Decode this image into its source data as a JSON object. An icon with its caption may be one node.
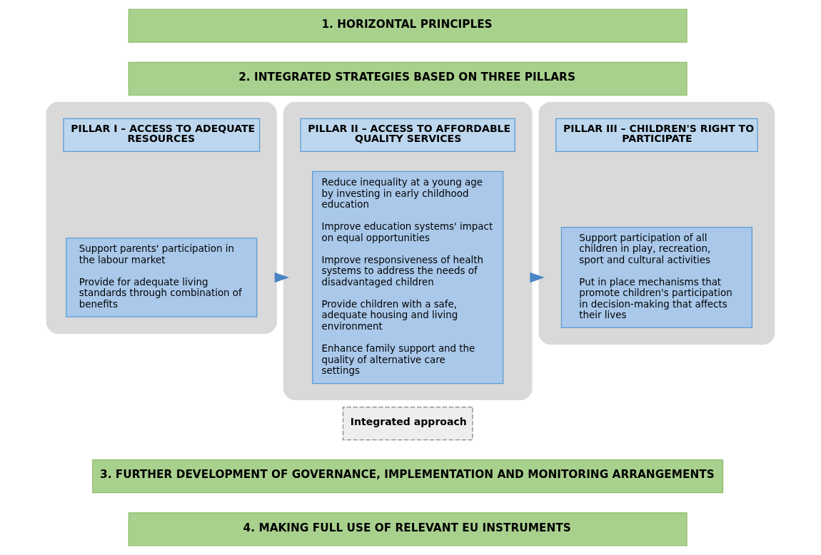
{
  "diagram": {
    "nodes": [
      {
        "text": [
          "1. HORIZONTAL PRINCIPLES"
        ]
      },
      {
        "text": [
          "2. INTEGRATED STRATEGIES BASED ON THREE PILLARS"
        ]
      },
      {
        "text": [],
        "shape": "box"
      },
      {
        "text": [
          "PILLAR I – ACCESS TO ADEQUATE RESOURCES"
        ],
        "in": 2
      },
      {
        "text": [
          "Support parents' participation in the labour market",
          "Provide for adequate living standards through combination of benefits"
        ],
        "in": 2
      },
      {
        "text": [],
        "shape": "box"
      },
      {
        "text": [
          "PILLAR II – ACCESS TO AFFORDABLE QUALITY SERVICES"
        ],
        "in": 5
      },
      {
        "text": [
          "Reduce inequality at a young age by investing in early childhood education",
          "Improve education systems' impact on equal opportunities",
          "Improve responsiveness of health systems to address the needs of disadvantaged children",
          "Provide children with a safe, adequate housing and living environment",
          "Enhance family support and the quality of alternative care settings"
        ],
        "in": 5
      },
      {
        "text": [],
        "shape": "box"
      },
      {
        "text": [
          "PILLAR III – CHILDREN'S RIGHT TO PARTICIPATE"
        ],
        "in": 8
      },
      {
        "text": [
          "Support participation of all children in play, recreation, sport and cultural activities",
          "Put in place mechanisms that promote children's participation in decision-making that affects their lives"
        ],
        "in": 8
      },
      {
        "text": [
          "Integrated approach"
        ]
      },
      {
        "text": [
          "3. FURTHER DEVELOPMENT OF GOVERNANCE, IMPLEMENTATION AND MONITORING ARRANGEMENTS"
        ]
      },
      {
        "text": [
          "4. MAKING FULL USE OF RELEVANT EU INSTRUMENTS"
        ]
      }
    ],
    "edges": [
      {
        "from": 2,
        "to": 5,
        "arrow": "to"
      },
      {
        "from": 5,
        "to": 8,
        "arrow": "to"
      }
    ]
  }
}
